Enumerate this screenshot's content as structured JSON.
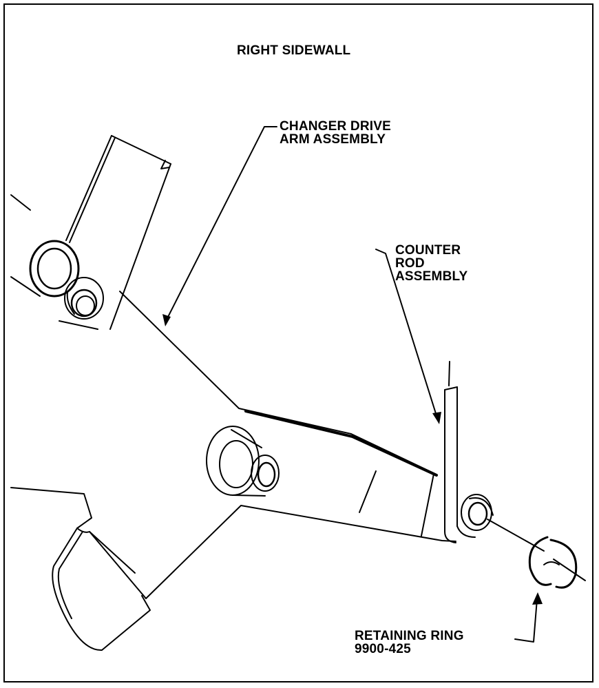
{
  "title": "RIGHT SIDEWALL",
  "callouts": {
    "changer_drive_arm": [
      "CHANGER DRIVE",
      "ARM ASSEMBLY"
    ],
    "counter_rod": [
      "COUNTER",
      "ROD",
      "ASSEMBLY"
    ],
    "retaining_ring": [
      "RETAINING RING",
      "9900-425"
    ]
  },
  "colors": {
    "ink": "#000000",
    "paper": "#ffffff"
  }
}
